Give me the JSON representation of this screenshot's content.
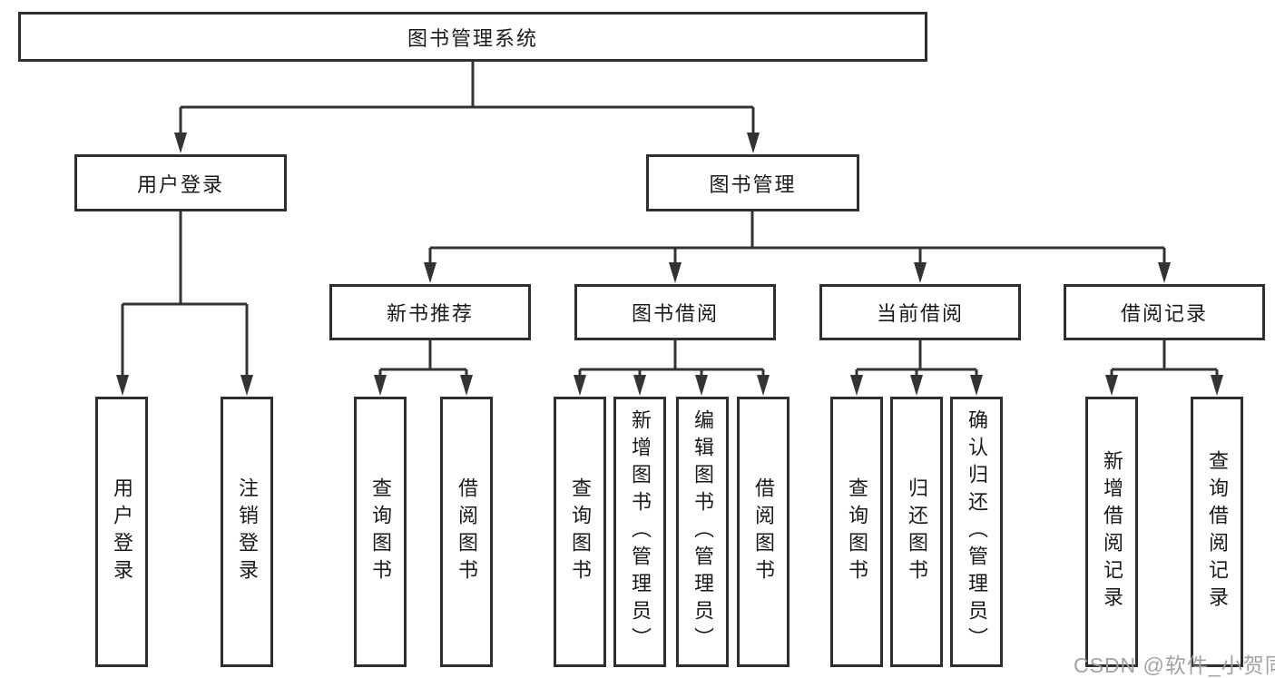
{
  "diagram": {
    "type": "hierarchy-tree",
    "title": "图书管理系统"
  },
  "tree": {
    "label": "图书管理系统",
    "children": [
      {
        "label": "用户登录",
        "children": [
          {
            "label": "用户登录"
          },
          {
            "label": "注销登录"
          }
        ]
      },
      {
        "label": "图书管理",
        "children": [
          {
            "label": "新书推荐",
            "children": [
              {
                "label": "查询图书"
              },
              {
                "label": "借阅图书"
              }
            ]
          },
          {
            "label": "图书借阅",
            "children": [
              {
                "label": "查询图书"
              },
              {
                "label": "新增图书（管理员）"
              },
              {
                "label": "编辑图书（管理员）"
              },
              {
                "label": "借阅图书"
              }
            ]
          },
          {
            "label": "当前借阅",
            "children": [
              {
                "label": "查询图书"
              },
              {
                "label": "归还图书"
              },
              {
                "label": "确认归还（管理员）"
              }
            ]
          },
          {
            "label": "借阅记录",
            "children": [
              {
                "label": "新增借阅记录"
              },
              {
                "label": "查询借阅记录"
              }
            ]
          }
        ]
      }
    ]
  },
  "watermark": {
    "text": "CSDN @软件_小贺同学",
    "color": "#9e9e9e"
  },
  "colors": {
    "background": "#ffffff",
    "line": "#333333",
    "box_border": "#2f2f2f",
    "text": "#1a1a1a"
  }
}
